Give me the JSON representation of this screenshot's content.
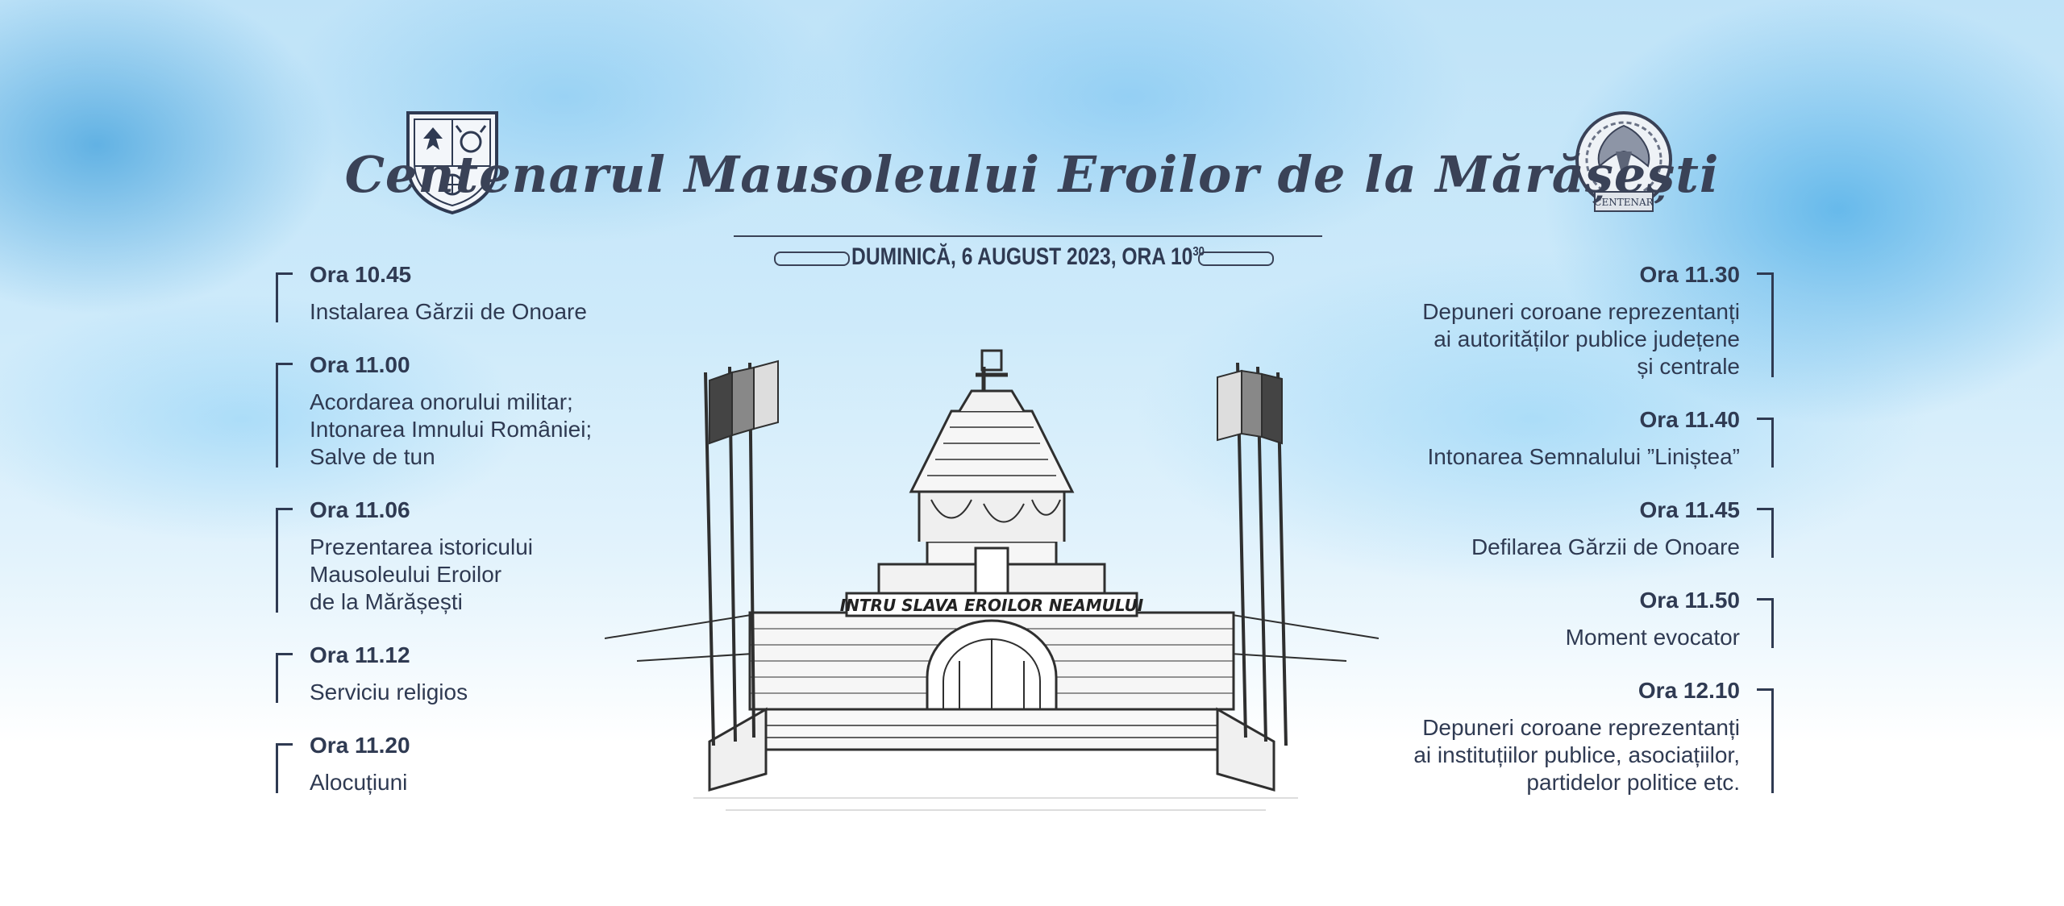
{
  "title": "Centenarul Mausoleului Eroilor de la Mărășești",
  "date": {
    "main": "DUMINICĂ, 6 AUGUST 2023, ORA 10",
    "sup": "30"
  },
  "logos": {
    "left": "coat-of-arms",
    "right": "centenar-eagle-badge",
    "right_text": "CENTENAR"
  },
  "monument": {
    "inscription": "INTRU SLAVA EROILOR NEAMULUI"
  },
  "schedule_left": [
    {
      "time": "Ora 10.45",
      "desc": "Instalarea Gărzii de Onoare"
    },
    {
      "time": "Ora 11.00",
      "desc": "Acordarea onorului militar;\nIntonarea Imnului României;\nSalve de tun"
    },
    {
      "time": "Ora 11.06",
      "desc": "Prezentarea istoricului\nMausoleului Eroilor\nde la Mărășești"
    },
    {
      "time": "Ora 11.12",
      "desc": "Serviciu religios"
    },
    {
      "time": "Ora 11.20",
      "desc": "Alocuțiuni"
    }
  ],
  "schedule_right": [
    {
      "time": "Ora 11.30",
      "desc": "Depuneri coroane reprezentanți\nai autorităților publice județene\nși centrale"
    },
    {
      "time": "Ora 11.40",
      "desc": "Intonarea Semnalului ”Liniștea”"
    },
    {
      "time": "Ora 11.45",
      "desc": "Defilarea Gărzii de Onoare"
    },
    {
      "time": "Ora 11.50",
      "desc": "Moment evocator"
    },
    {
      "time": "Ora 12.10",
      "desc": "Depuneri coroane reprezentanți\nai instituțiilor publice, asociațiilor,\npartidelor politice etc."
    }
  ],
  "colors": {
    "text": "#2f3a52",
    "sky": "#bfe3f8",
    "accent_blue": "#40a0dc"
  }
}
